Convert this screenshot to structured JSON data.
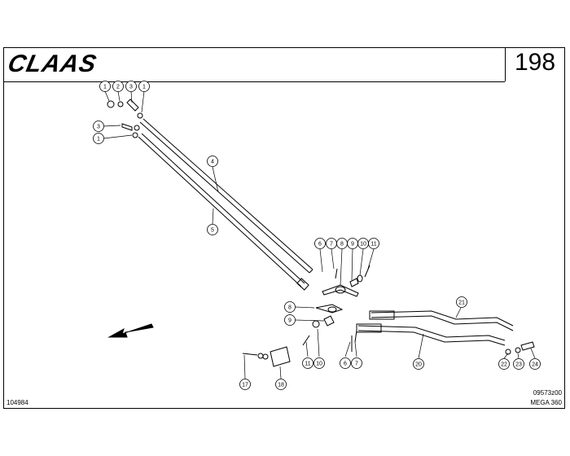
{
  "header": {
    "brand": "CLAAS",
    "page_number": "198"
  },
  "footer": {
    "drawing_number": "104984",
    "code": "09573z00",
    "model": "MEGA 360"
  },
  "callouts": [
    "1",
    "2",
    "3",
    "1",
    "3",
    "1",
    "4",
    "5",
    "6",
    "7",
    "8",
    "9",
    "10",
    "11",
    "8",
    "9",
    "11",
    "10",
    "6",
    "7",
    "21",
    "20",
    "22",
    "23",
    "24",
    "17",
    "18"
  ]
}
